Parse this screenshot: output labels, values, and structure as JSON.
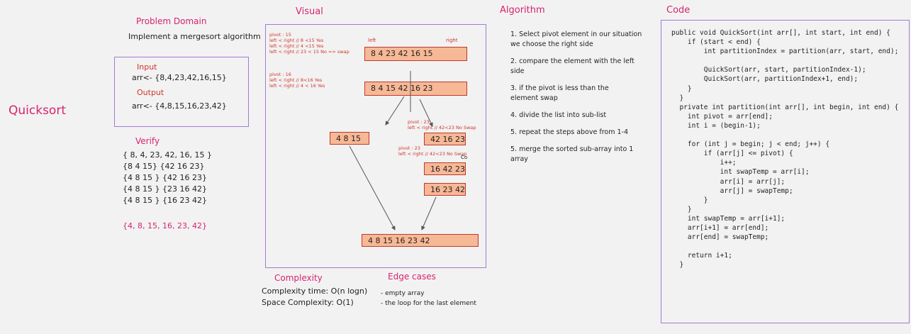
{
  "sidebar_title": "Quicksort",
  "problem": {
    "heading": "Problem Domain",
    "text": "Implement a mergesort algorithm"
  },
  "io": {
    "input_heading": "Input",
    "input_text": "arr<- {8,4,23,42,16,15}",
    "output_heading": "Output",
    "output_text": "arr<- {4,8,15,16,23,42}"
  },
  "verify": {
    "heading": "Verify",
    "lines": [
      "{ 8,   4,    23,   42,   16,   15 }",
      "{8 4 15} {42 16 23}",
      "{4   8   15 } {42  16   23}",
      "{4   8   15 } {23  16  42}",
      "{4   8   15 } {16  23   42}"
    ],
    "result": "{4, 8, 15, 16, 23, 42}"
  },
  "visual": {
    "heading": "Visual",
    "note1": [
      "pivot : 15",
      "left < right  // 8 <15 Yes",
      "left < right  // 4 <15 Yes",
      "left < right // 23 < 15 No => swap"
    ],
    "note2": [
      "pivot : 16",
      "left < right  // 8<16 Yes",
      "left < right  // 4 < 16 Yes"
    ],
    "note3": [
      "pivot : 23",
      "left < right  // 42<23  No Swap"
    ],
    "note4": [
      "pivot : 23",
      "left < right  // 42<23  No Swap"
    ],
    "left_label": "left",
    "right_label": "right",
    "co_label": "Co",
    "array1": "8    4    23    42    16    15",
    "array2": "8    4    15    42    16    23",
    "left_sub": "4   8   15",
    "right_sub1": "42 16  23",
    "right_sub2": "16  42  23",
    "right_sub3": "16   23   42",
    "merged": "4   8   15   16   23   42"
  },
  "complexity": {
    "heading": "Complexity",
    "time": "Complexity time: O(n logn)",
    "space": "Space Complexity: O(1)"
  },
  "edge": {
    "heading": "Edge cases",
    "lines": [
      "- empty array",
      "- the loop for the last element"
    ]
  },
  "algorithm": {
    "heading": "Algorithm",
    "steps": [
      [
        "1. Select pivot element in our situation",
        "we choose the right side"
      ],
      [
        "2. compare the element with the left",
        "side"
      ],
      [
        "3. if the pivot is less than the",
        "element swap"
      ],
      [
        "4. divide the list into sub-list"
      ],
      [
        "5. repeat the steps above from 1-4"
      ],
      [
        "5. merge the sorted sub-array into 1",
        "array"
      ]
    ]
  },
  "code": {
    "heading": "Code",
    "lines": [
      "public void QuickSort(int arr[], int start, int end) {",
      "    if (start < end) {",
      "        int partitionIndex = partition(arr, start, end);",
      "",
      "        QuickSort(arr, start, partitionIndex-1);",
      "        QuickSort(arr, partitionIndex+1, end);",
      "    }",
      "  }",
      "  private int partition(int arr[], int begin, int end) {",
      "    int pivot = arr[end];",
      "    int i = (begin-1);",
      "",
      "    for (int j = begin; j < end; j++) {",
      "        if (arr[j] <= pivot) {",
      "            i++;",
      "            int swapTemp = arr[i];",
      "            arr[i] = arr[j];",
      "            arr[j] = swapTemp;",
      "        }",
      "    }",
      "    int swapTemp = arr[i+1];",
      "    arr[i+1] = arr[end];",
      "    arr[end] = swapTemp;",
      "",
      "    return i+1;",
      "  }"
    ]
  },
  "colors": {
    "accent": "#d6246e",
    "box": "#f7b896",
    "panel_border": "#a07ccf"
  }
}
